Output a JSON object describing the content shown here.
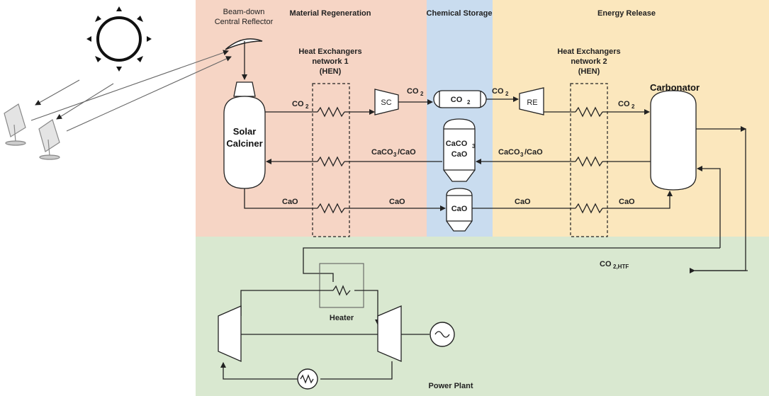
{
  "sections": {
    "regen": "Material Regeneration",
    "storage": "Chemical Storage",
    "release": "Energy Release",
    "power": "Power Plant"
  },
  "colors": {
    "regen": "#f6d5c5",
    "storage": "#c9dcef",
    "release": "#fbe7bd",
    "power": "#d9e8d0"
  },
  "labels": {
    "reflector_1": "Beam-down",
    "reflector_2": "Central Reflector",
    "hen1_1": "Heat Exchangers",
    "hen1_2": "network 1",
    "hen1_3": "(HEN)",
    "hen2_1": "Heat Exchangers",
    "hen2_2": "network 2",
    "hen2_3": "(HEN)",
    "calciner_1": "Solar",
    "calciner_2": "Calciner",
    "carbonator": "Carbonator",
    "sc": "SC",
    "re": "RE",
    "co2_tank": "CO",
    "caco3_1": "CaCO",
    "caco3_2": "CaO",
    "cao_tank": "CaO",
    "heater": "Heater"
  },
  "streams": {
    "co2": "CO",
    "co2_sub": "2",
    "mix": "CaCO",
    "mix_tail": "/CaO",
    "mix_sub": "3",
    "cao": "CaO",
    "htf": "CO",
    "htf_sub": "2,HTF"
  },
  "icons": [
    "sun-icon",
    "heliostat-icon",
    "reflector-icon",
    "compressor-icon",
    "turbine-icon",
    "generator-icon",
    "heat-exchanger-icon"
  ]
}
